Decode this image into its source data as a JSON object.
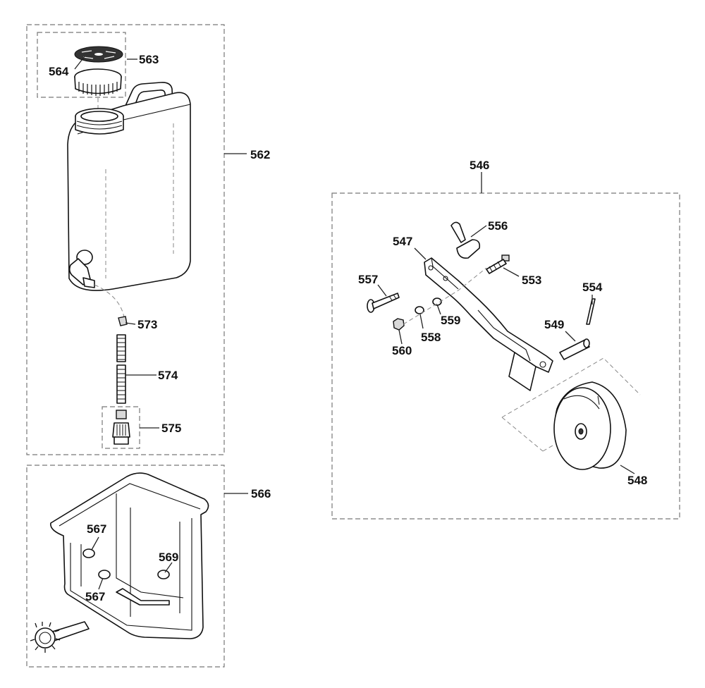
{
  "callouts": {
    "c546": "546",
    "c547": "547",
    "c548": "548",
    "c549": "549",
    "c553": "553",
    "c554": "554",
    "c556": "556",
    "c557": "557",
    "c558": "558",
    "c559": "559",
    "c560": "560",
    "c562": "562",
    "c563": "563",
    "c564": "564",
    "c566": "566",
    "c567a": "567",
    "c567b": "567",
    "c569": "569",
    "c573": "573",
    "c574": "574",
    "c575": "575"
  },
  "colors": {
    "line": "#111111",
    "frame": "#777777",
    "shade": "#d9d9d9"
  }
}
